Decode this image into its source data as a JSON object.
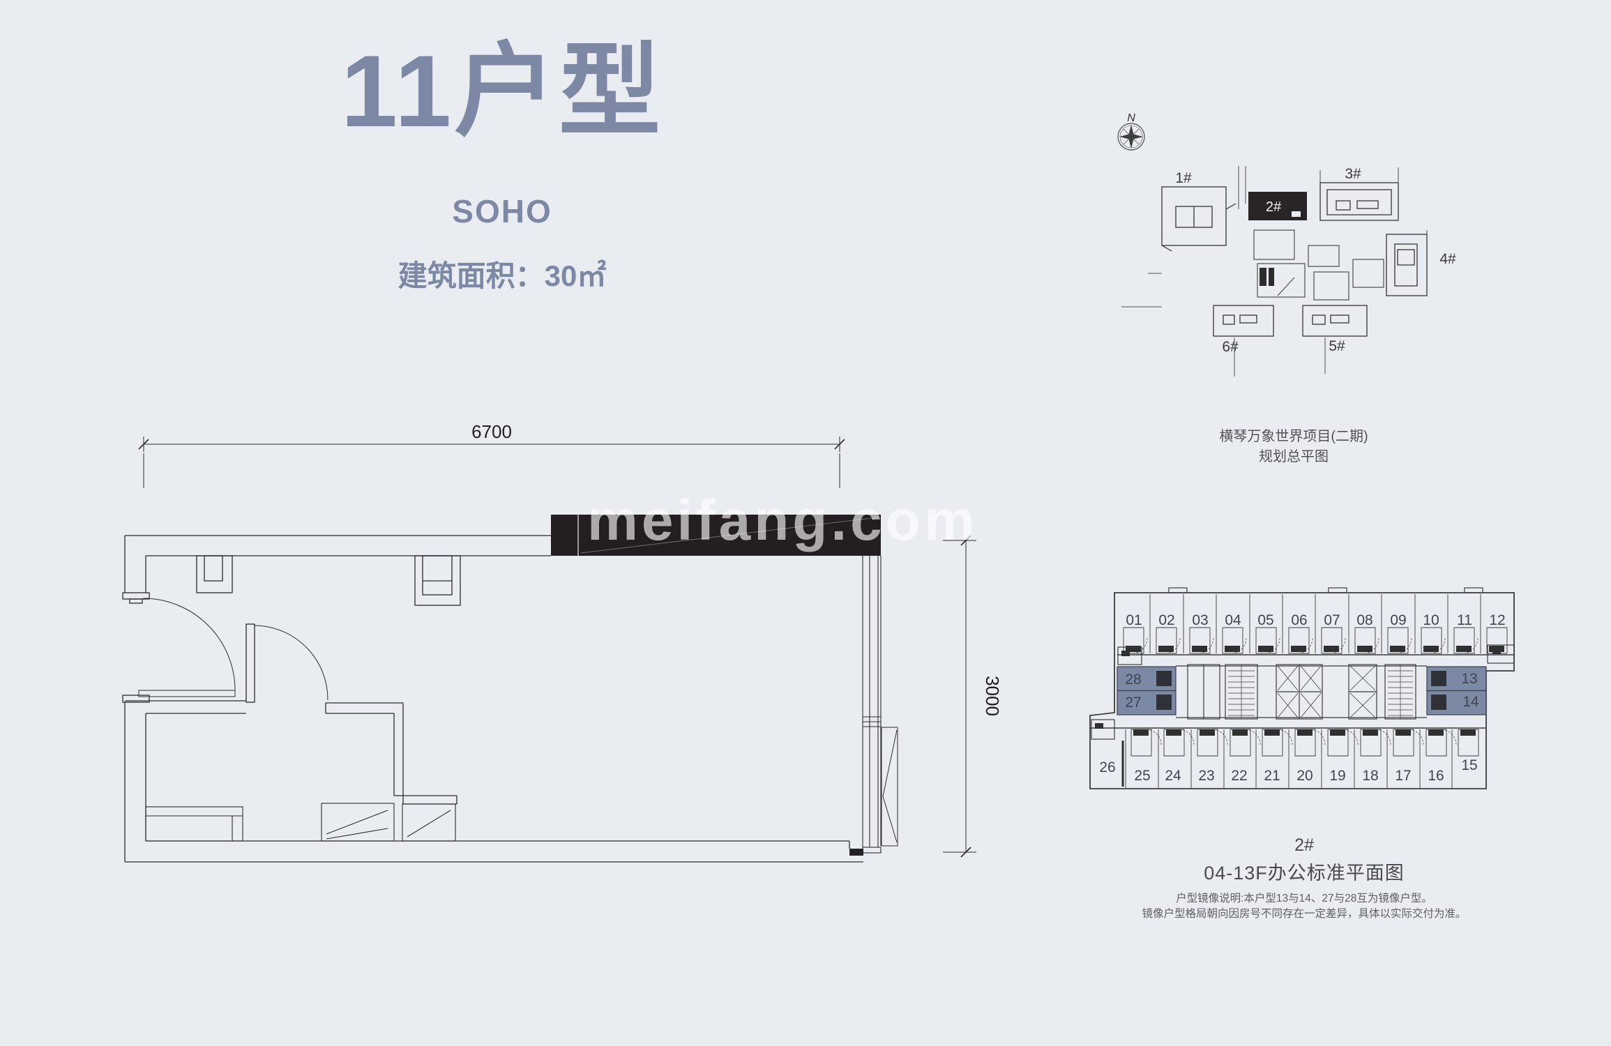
{
  "header": {
    "title": "11户型",
    "subtitle": "SOHO",
    "area": "建筑面积：30㎡"
  },
  "watermark": {
    "text": "meifang.com"
  },
  "unit_plan": {
    "dim_width": "6700",
    "dim_height": "3000"
  },
  "site_plan": {
    "north_label": "N",
    "buildings": [
      "1#",
      "2#",
      "3#",
      "4#",
      "5#",
      "6#"
    ],
    "highlighted_building": "2#",
    "caption_line1": "横琴万象世界项目(二期)",
    "caption_line2": "规划总平图"
  },
  "floor_plate": {
    "top_row": [
      "01",
      "02",
      "03",
      "04",
      "05",
      "06",
      "07",
      "08",
      "09",
      "10",
      "11",
      "12"
    ],
    "bottom_row": [
      "26",
      "25",
      "24",
      "23",
      "22",
      "21",
      "20",
      "19",
      "18",
      "17",
      "16",
      "15"
    ],
    "left_stack": [
      "28",
      "27"
    ],
    "right_stack": [
      "13",
      "14"
    ],
    "highlight_color": "#7b89a4",
    "caption_building": "2#",
    "caption_title": "04-13F办公标准平面图",
    "note_line1": "户型镜像说明:本户型13与14、27与28互为镜像户型。",
    "note_line2": "镜像户型格局朝向因房号不同存在一定差异，具体以实际交付为准。"
  },
  "colors": {
    "background": "#e9edf1",
    "accent_text": "#7c88a4",
    "dark_band": "#231f20",
    "plate_highlight": "#7b89a4"
  }
}
